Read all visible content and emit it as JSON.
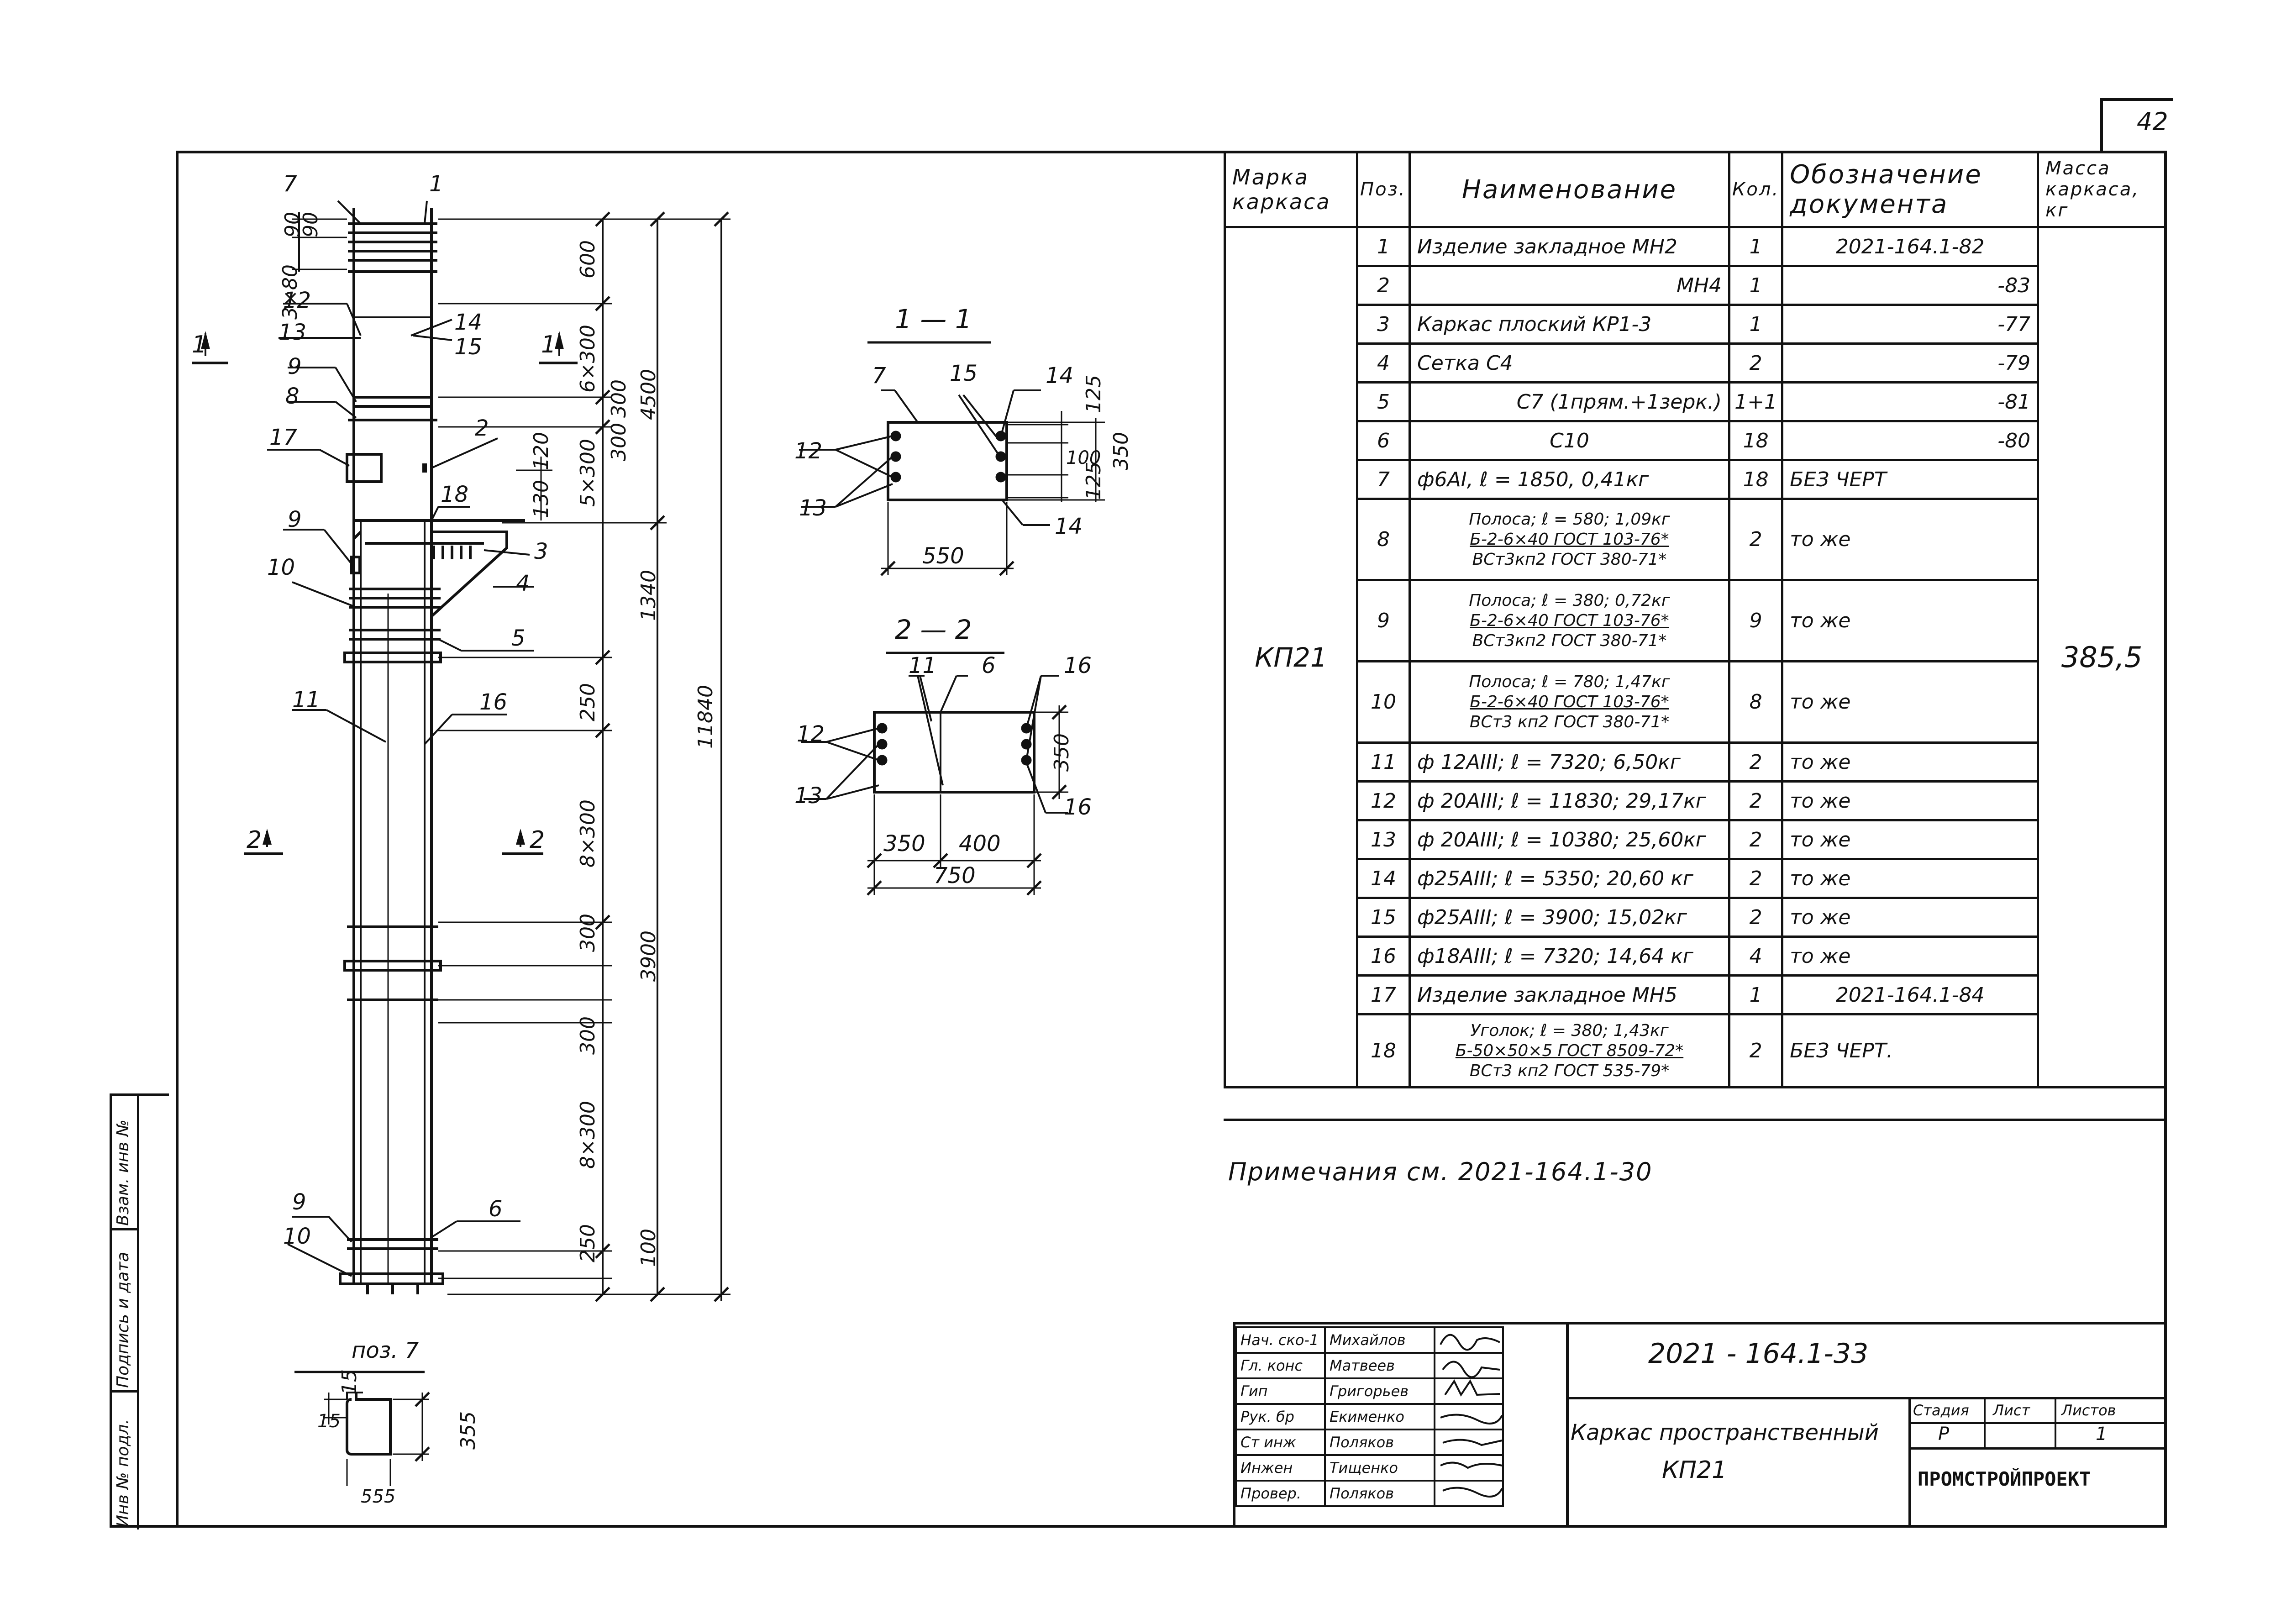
{
  "page_number": "42",
  "side_stamp": [
    "Инв № подл.",
    "Подпись и дата",
    "Взам. инв №"
  ],
  "drawing": {
    "marks": {
      "m1": "1",
      "m2": "2",
      "m3": "3",
      "m4": "4",
      "m5": "5",
      "m6": "6",
      "m7": "7",
      "m8": "8",
      "m9": "9",
      "m10": "10",
      "m11": "11",
      "m12": "12",
      "m13": "13",
      "m14": "14",
      "m15": "15",
      "m16": "16",
      "m17": "17",
      "m18": "18"
    },
    "cut1": "1",
    "cut2": "2",
    "dims": {
      "d90": "90",
      "d90b": "90",
      "d3x80": "3×80",
      "d600": "600",
      "d6x300": "6×300",
      "d300a": "300",
      "d300b": "300",
      "d4500": "4500",
      "d5x300": "5×300",
      "d120": "120",
      "d130": "130",
      "d1340": "1340",
      "d250a": "250",
      "d8x300a": "8×300",
      "d300c": "300",
      "d11840": "11840",
      "d3900": "3900",
      "d300d": "300",
      "d8x300b": "8×300",
      "d250b": "250",
      "d100": "100"
    },
    "section11": {
      "title": "1 — 1",
      "d125a": "125",
      "d100": "100",
      "d350": "350",
      "d125b": "125",
      "d550": "550"
    },
    "section22": {
      "title": "2 — 2",
      "d350v": "350",
      "d350": "350",
      "d400": "400",
      "d750": "750"
    },
    "pos7": {
      "title": "поз. 7",
      "d15a": "15",
      "d15b": "15",
      "d355": "355",
      "d555": "555"
    }
  },
  "spec": {
    "headers": {
      "mark": "Марка каркаса",
      "pos": "Поз.",
      "name": "Наименование",
      "qty": "Кол.",
      "doc": "Обозначение документа",
      "mass": "Масса каркаса, кг"
    },
    "mark_value": "КП21",
    "mass_value": "385,5",
    "rows": [
      {
        "pos": "1",
        "name": "Изделие закладное МН2",
        "qty": "1",
        "doc": "2021-164.1-82"
      },
      {
        "pos": "2",
        "name": "МН4",
        "qty": "1",
        "doc": "-83"
      },
      {
        "pos": "3",
        "name": "Каркас плоский КР1-3",
        "qty": "1",
        "doc": "-77"
      },
      {
        "pos": "4",
        "name": "Сетка С4",
        "qty": "2",
        "doc": "-79"
      },
      {
        "pos": "5",
        "name": "С7 (1прям.+1зерк.)",
        "qty": "1+1",
        "doc": "-81"
      },
      {
        "pos": "6",
        "name": "С10",
        "qty": "18",
        "doc": "-80"
      },
      {
        "pos": "7",
        "name": "ф6АI, ℓ = 1850, 0,41кг",
        "qty": "18",
        "doc": "БЕЗ ЧЕРТ"
      },
      {
        "pos": "8",
        "name1": "Полоса; ℓ = 580; 1,09кг",
        "name2": "Б-2-6×40 ГОСТ 103-76*",
        "name3": "ВСт3кп2 ГОСТ 380-71*",
        "qty": "2",
        "doc": "то же"
      },
      {
        "pos": "9",
        "name1": "Полоса; ℓ = 380; 0,72кг",
        "name2": "Б-2-6×40 ГОСТ 103-76*",
        "name3": "ВСт3кп2 ГОСТ 380-71*",
        "qty": "9",
        "doc": "то же"
      },
      {
        "pos": "10",
        "name1": "Полоса; ℓ = 780; 1,47кг",
        "name2": "Б-2-6×40 ГОСТ 103-76*",
        "name3": "ВСт3 кп2 ГОСТ 380-71*",
        "qty": "8",
        "doc": "то же"
      },
      {
        "pos": "11",
        "name": "ф 12АIII; ℓ = 7320; 6,50кг",
        "qty": "2",
        "doc": "то же"
      },
      {
        "pos": "12",
        "name": "ф 20АIII; ℓ = 11830; 29,17кг",
        "qty": "2",
        "doc": "то же"
      },
      {
        "pos": "13",
        "name": "ф 20АIII; ℓ = 10380; 25,60кг",
        "qty": "2",
        "doc": "то же"
      },
      {
        "pos": "14",
        "name": "ф25АIII; ℓ = 5350; 20,60 кг",
        "qty": "2",
        "doc": "то же"
      },
      {
        "pos": "15",
        "name": "ф25АIII; ℓ = 3900; 15,02кг",
        "qty": "2",
        "doc": "то же"
      },
      {
        "pos": "16",
        "name": "ф18АIII; ℓ = 7320; 14,64 кг",
        "qty": "4",
        "doc": "то же"
      },
      {
        "pos": "17",
        "name": "Изделие закладное МН5",
        "qty": "1",
        "doc": "2021-164.1-84"
      },
      {
        "pos": "18",
        "name1": "Уголок; ℓ = 380; 1,43кг",
        "name2": "Б-50×50×5 ГОСТ 8509-72*",
        "name3": "ВСт3 кп2 ГОСТ 535-79*",
        "qty": "2",
        "doc": "БЕЗ ЧЕРТ."
      }
    ]
  },
  "note": "Примечания см. 2021-164.1-30",
  "title_block": {
    "doc_number": "2021 - 164.1-33",
    "title_line1": "Каркас пространственный",
    "title_line2": "КП21",
    "stage_label": "Стадия",
    "sheet_label": "Лист",
    "sheets_label": "Листов",
    "stage_value": "Р",
    "sheets_value": "1",
    "org": "ПРОМСТРОЙПРОЕКТ",
    "staff": [
      {
        "role": "Нач. ско-1",
        "name": "Михайлов"
      },
      {
        "role": "Гл. конс",
        "name": "Матвеев"
      },
      {
        "role": "Гип",
        "name": "Григорьев"
      },
      {
        "role": "Рук. бр",
        "name": "Екименко"
      },
      {
        "role": "Ст инж",
        "name": "Поляков"
      },
      {
        "role": "Инжен",
        "name": "Тищенко"
      },
      {
        "role": "Провер.",
        "name": "Поляков"
      }
    ]
  }
}
